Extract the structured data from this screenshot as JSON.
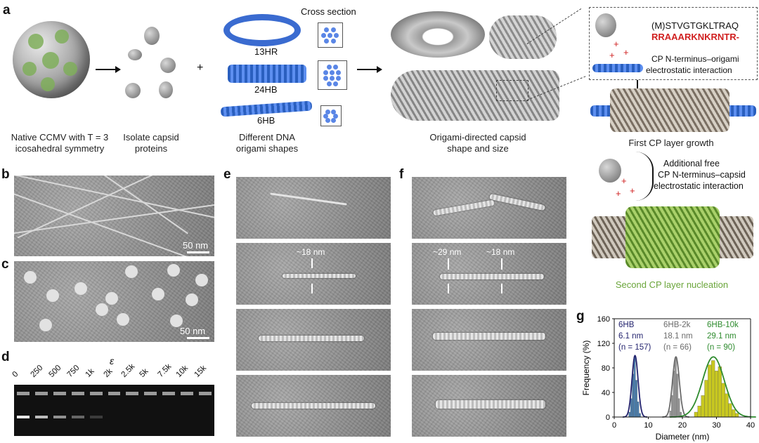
{
  "panels": {
    "a": {
      "letter": "a",
      "cross_section_label": "Cross section",
      "shapes": [
        "13HR",
        "24HB",
        "6HB"
      ],
      "plus_sign": "+",
      "captions": {
        "native": "Native CCMV with T = 3 icosahedral symmetry",
        "native_line1": "Native CCMV with T = 3",
        "native_line2": "icosahedral symmetry",
        "isolate_line1": "Isolate capsid",
        "isolate_line2": "proteins",
        "different_line1": "Different DNA",
        "different_line2": "origami shapes",
        "directed_line1": "Origami-directed capsid",
        "directed_line2": "shape and size"
      },
      "sequence_line1": "(M)STVGTGKLTRAQ",
      "sequence_line2": "RRAAARKNKRNTR-",
      "interaction1_line1": "CP N-terminus–origami",
      "interaction1_line2": "electrostatic interaction",
      "first_layer": "First CP layer growth",
      "interaction2_line1": "Additional free",
      "interaction2_line2": "CP N-terminus–capsid",
      "interaction2_line3": "electrostatic interaction",
      "second_layer": "Second CP layer nucleation",
      "charge_plus": "+",
      "charge_minus": "–"
    },
    "b": {
      "letter": "b",
      "scalebar": "50 nm"
    },
    "c": {
      "letter": "c",
      "scalebar": "50 nm"
    },
    "d": {
      "letter": "d",
      "epsilon": "ε",
      "lanes": [
        "0",
        "250",
        "500",
        "750",
        "1k",
        "2k",
        "2.5k",
        "5k",
        "7.5k",
        "10k",
        "15k"
      ]
    },
    "e": {
      "letter": "e",
      "annotation": "~18 nm"
    },
    "f": {
      "letter": "f",
      "annotation_left": "~29 nm",
      "annotation_right": "~18 nm"
    },
    "g": {
      "letter": "g"
    }
  },
  "colors": {
    "blue": "#2f62c9",
    "green": "#6aa53a",
    "red": "#d01f1f",
    "navy": "#23236e",
    "gray_series": "#6b6b6b",
    "green_series": "#2e8b2e",
    "hist_blue": "#4a7fb0",
    "hist_gray": "#9a9a9a",
    "hist_yellow": "#c8c820"
  },
  "chart_data": {
    "type": "bar",
    "title": "",
    "xlabel": "Diameter (nm)",
    "ylabel": "Frequency (%)",
    "xlim": [
      0,
      40
    ],
    "ylim": [
      0,
      160
    ],
    "xticks": [
      "0",
      "10",
      "20",
      "30",
      "40"
    ],
    "yticks": [
      "0",
      "40",
      "80",
      "120",
      "160"
    ],
    "series": [
      {
        "name": "6HB",
        "mean_label": "6.1 nm",
        "n_label": "(n = 157)",
        "color": "#23236e",
        "fit": {
          "mean": 6.1,
          "peak": 100,
          "sd": 0.9
        },
        "bins_x": [
          4.5,
          5.0,
          5.5,
          6.0,
          6.5,
          7.0,
          7.5
        ],
        "bins_y": [
          8,
          30,
          70,
          98,
          60,
          25,
          6
        ]
      },
      {
        "name": "6HB-2k",
        "mean_label": "18.1 nm",
        "n_label": "(n = 66)",
        "color": "#6b6b6b",
        "fit": {
          "mean": 18.1,
          "peak": 98,
          "sd": 1.0
        },
        "bins_x": [
          16.5,
          17.0,
          17.5,
          18.0,
          18.5,
          19.0,
          19.5
        ],
        "bins_y": [
          10,
          35,
          75,
          96,
          70,
          30,
          8
        ]
      },
      {
        "name": "6HB-10k",
        "mean_label": "29.1 nm",
        "n_label": "(n = 90)",
        "color": "#2e8b2e",
        "fit": {
          "mean": 29.1,
          "peak": 98,
          "sd": 3.2
        },
        "bins_x": [
          24,
          25,
          26,
          27,
          28,
          29,
          30,
          31,
          32,
          33,
          34,
          35,
          36
        ],
        "bins_y": [
          8,
          18,
          35,
          60,
          85,
          92,
          75,
          82,
          55,
          38,
          22,
          12,
          6
        ]
      }
    ]
  }
}
